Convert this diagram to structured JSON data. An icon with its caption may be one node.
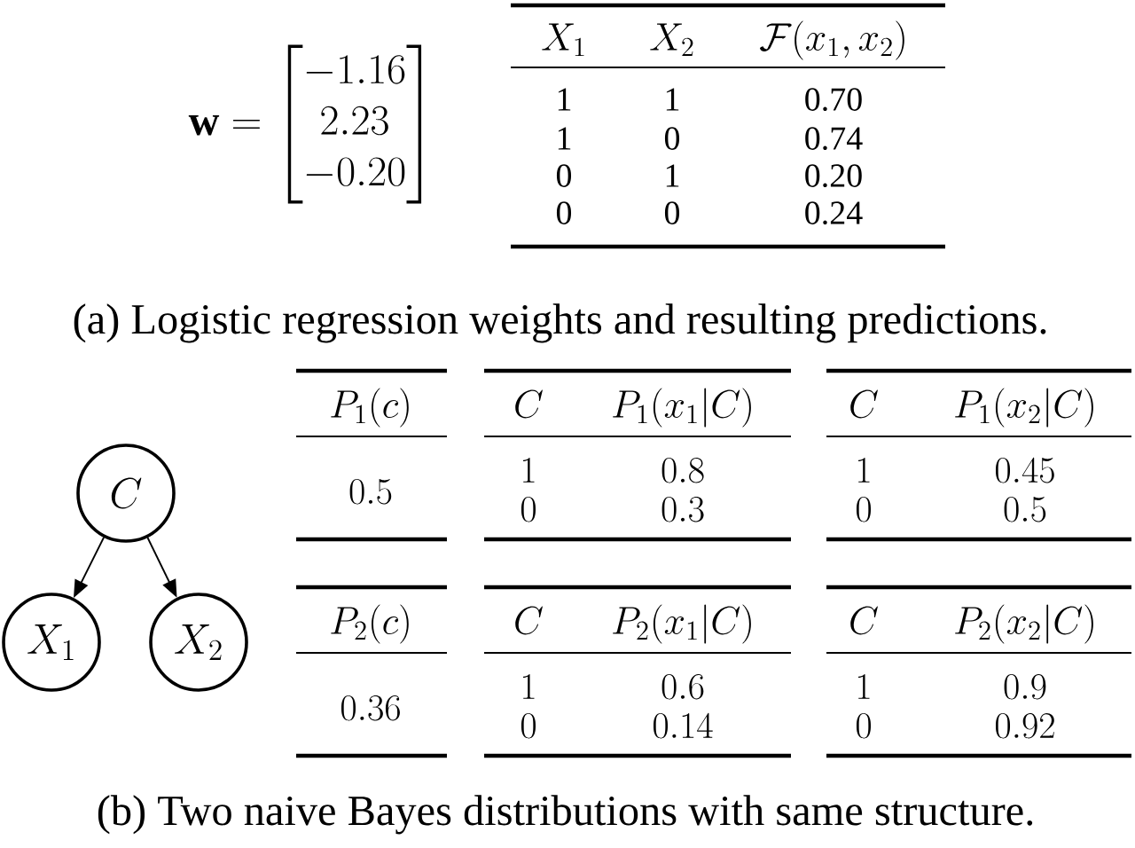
{
  "diagram": {
    "nodes": [
      {
        "text": [
          "C"
        ]
      },
      {
        "text": [
          "X_1"
        ]
      },
      {
        "text": [
          "X_2"
        ]
      }
    ],
    "edges": [
      {
        "from": 0,
        "to": 1,
        "arrow": "to"
      },
      {
        "from": 0,
        "to": 2,
        "arrow": "to"
      }
    ],
    "labels": [
      "\\mathbf{w} = \\begin{bmatrix}-1.16\\\\2.23\\\\-0.20\\end{bmatrix}",
      "X_1",
      "X_2",
      "\\mathcal{F}(x_1, x_2)",
      "1",
      "1",
      "0.70",
      "1",
      "0",
      "0.74",
      "0",
      "1",
      "0.20",
      "0",
      "0",
      "0.24",
      "(a) Logistic regression weights and resulting predictions.",
      "P_1(c)",
      "0.5",
      "C",
      "P_1(x_1|C)",
      "1",
      "0.8",
      "0",
      "0.3",
      "C",
      "P_1(x_2|C)",
      "1",
      "0.45",
      "0",
      "0.5",
      "P_2(c)",
      "0.36",
      "C",
      "P_2(x_1|C)",
      "1",
      "0.6",
      "0",
      "0.14",
      "C",
      "P_2(x_2|C)",
      "1",
      "0.9",
      "0",
      "0.92",
      "(b) Two naive Bayes distributions with same structure."
    ]
  }
}
